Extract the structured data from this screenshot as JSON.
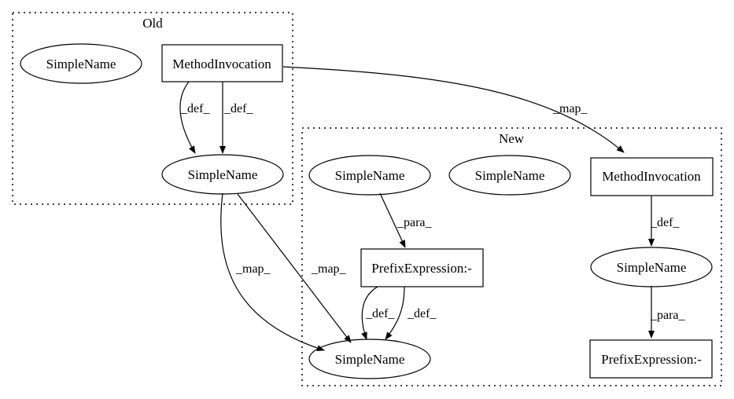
{
  "clusters": {
    "old": {
      "label": "Old"
    },
    "new": {
      "label": "New"
    }
  },
  "nodes": {
    "old_simplename_a": {
      "label": "SimpleName",
      "shape": "ellipse"
    },
    "old_methodinvocation": {
      "label": "MethodInvocation",
      "shape": "box"
    },
    "old_simplename_b": {
      "label": "SimpleName",
      "shape": "ellipse"
    },
    "new_simplename_top": {
      "label": "SimpleName",
      "shape": "ellipse"
    },
    "new_simplename_isolated": {
      "label": "SimpleName",
      "shape": "ellipse"
    },
    "new_methodinvocation": {
      "label": "MethodInvocation",
      "shape": "box"
    },
    "new_prefixexpression_a": {
      "label": "PrefixExpression:-",
      "shape": "box"
    },
    "new_simplename_right": {
      "label": "SimpleName",
      "shape": "ellipse"
    },
    "new_simplename_bottom": {
      "label": "SimpleName",
      "shape": "ellipse"
    },
    "new_prefixexpression_b": {
      "label": "PrefixExpression:-",
      "shape": "box"
    }
  },
  "edges": [
    {
      "id": "e1",
      "from": "old_methodinvocation",
      "to": "old_simplename_b",
      "label": "_def_"
    },
    {
      "id": "e2",
      "from": "old_methodinvocation",
      "to": "old_simplename_b",
      "label": "_def_"
    },
    {
      "id": "e3",
      "from": "old_methodinvocation",
      "to": "new_methodinvocation",
      "label": "_map_"
    },
    {
      "id": "e4",
      "from": "old_simplename_b",
      "to": "new_simplename_bottom",
      "label": "_map_"
    },
    {
      "id": "e5",
      "from": "old_simplename_b",
      "to": "new_simplename_bottom",
      "label": "_map_"
    },
    {
      "id": "e6",
      "from": "new_simplename_top",
      "to": "new_prefixexpression_a",
      "label": "_para_"
    },
    {
      "id": "e7",
      "from": "new_prefixexpression_a",
      "to": "new_simplename_bottom",
      "label": "_def_"
    },
    {
      "id": "e8",
      "from": "new_prefixexpression_a",
      "to": "new_simplename_bottom",
      "label": "_def_"
    },
    {
      "id": "e9",
      "from": "new_methodinvocation",
      "to": "new_simplename_right",
      "label": "_def_"
    },
    {
      "id": "e10",
      "from": "new_simplename_right",
      "to": "new_prefixexpression_b",
      "label": "_para_"
    }
  ]
}
